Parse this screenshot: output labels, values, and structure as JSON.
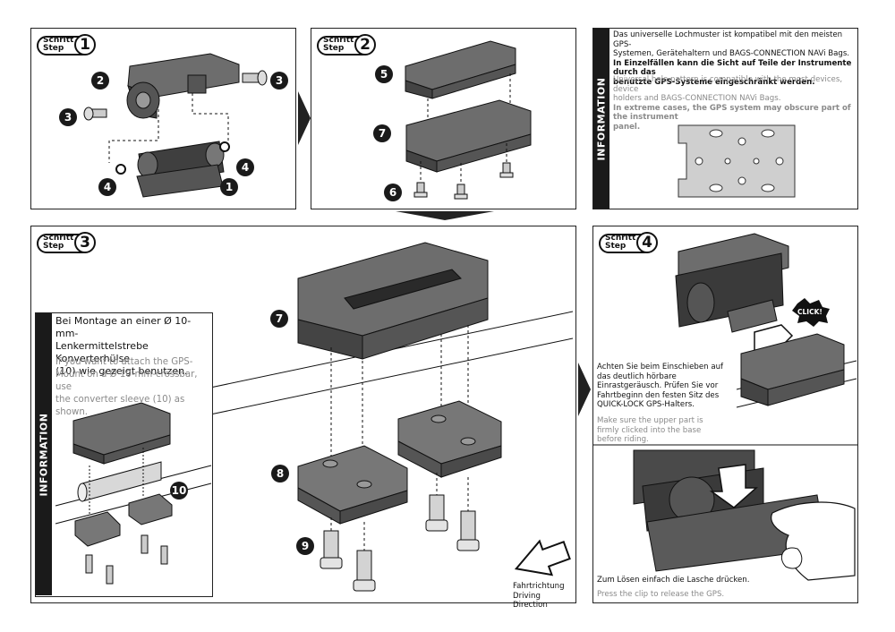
{
  "steps": {
    "schritt": "Schritt",
    "step": "Step",
    "s1": "1",
    "s2": "2",
    "s3": "3",
    "s4": "4"
  },
  "callouts": {
    "p1": [
      "2",
      "3",
      "3",
      "4",
      "4",
      "1"
    ],
    "p2": [
      "5",
      "7",
      "6"
    ],
    "p3": [
      "7",
      "8",
      "9",
      "10"
    ]
  },
  "info_top": {
    "heading": "INFORMATION",
    "de_1": "Das universelle Lochmuster ist kompatibel mit den meisten GPS-",
    "de_2": "Systemen, Gerätehaltern und BAGS-CONNECTION NAVi Bags.",
    "de_3": "In Einzelfällen kann die Sicht auf Teile der Instrumente durch das",
    "de_4": "benutzte GPS-Systeme eingeschränkt werden.",
    "en_1": "Universal hole pattern is compatible with the most devices, device",
    "en_2": "holders and BAGS-CONNECTION NAVi Bags.",
    "en_3": "In extreme cases, the GPS system may obscure part of the instrument",
    "en_4": "panel."
  },
  "info_step3": {
    "heading": "INFORMATION",
    "de_1": "Bei Montage an einer Ø 10-mm-",
    "de_2": "Lenkermittelstrebe Konverterhülse",
    "de_3": "(10) wie gezeigt benutzen.",
    "en_1": "If you want to attach the GPS-",
    "en_2": "Mount on a Ø 10-mm-crossbar, use",
    "en_3": "the converter sleeve (10) as shown."
  },
  "driving": {
    "de": "Fahrtrichtung",
    "en": "Driving Direction"
  },
  "step4": {
    "click": "CLICK!",
    "de_1": "Achten Sie beim Einschieben auf",
    "de_2": "das deutlich hörbare",
    "de_3": "Einrastgeräusch. Prüfen Sie vor",
    "de_4": "Fahrtbeginn den festen Sitz des",
    "de_5": "QUICK-LOCK GPS-Halters.",
    "en_1": "Make sure the upper part is",
    "en_2": "firmly clicked into the base",
    "en_3": "before riding.",
    "release_de": "Zum Lösen einfach die Lasche drücken.",
    "release_en": "Press the clip to release the GPS."
  },
  "colors": {
    "part_dark": "#3a3a3a",
    "part_mid": "#7a7a7a",
    "part_light": "#bdbdbd",
    "info_bar": "#1a1a1a",
    "watermark": "#e5b7b7"
  }
}
